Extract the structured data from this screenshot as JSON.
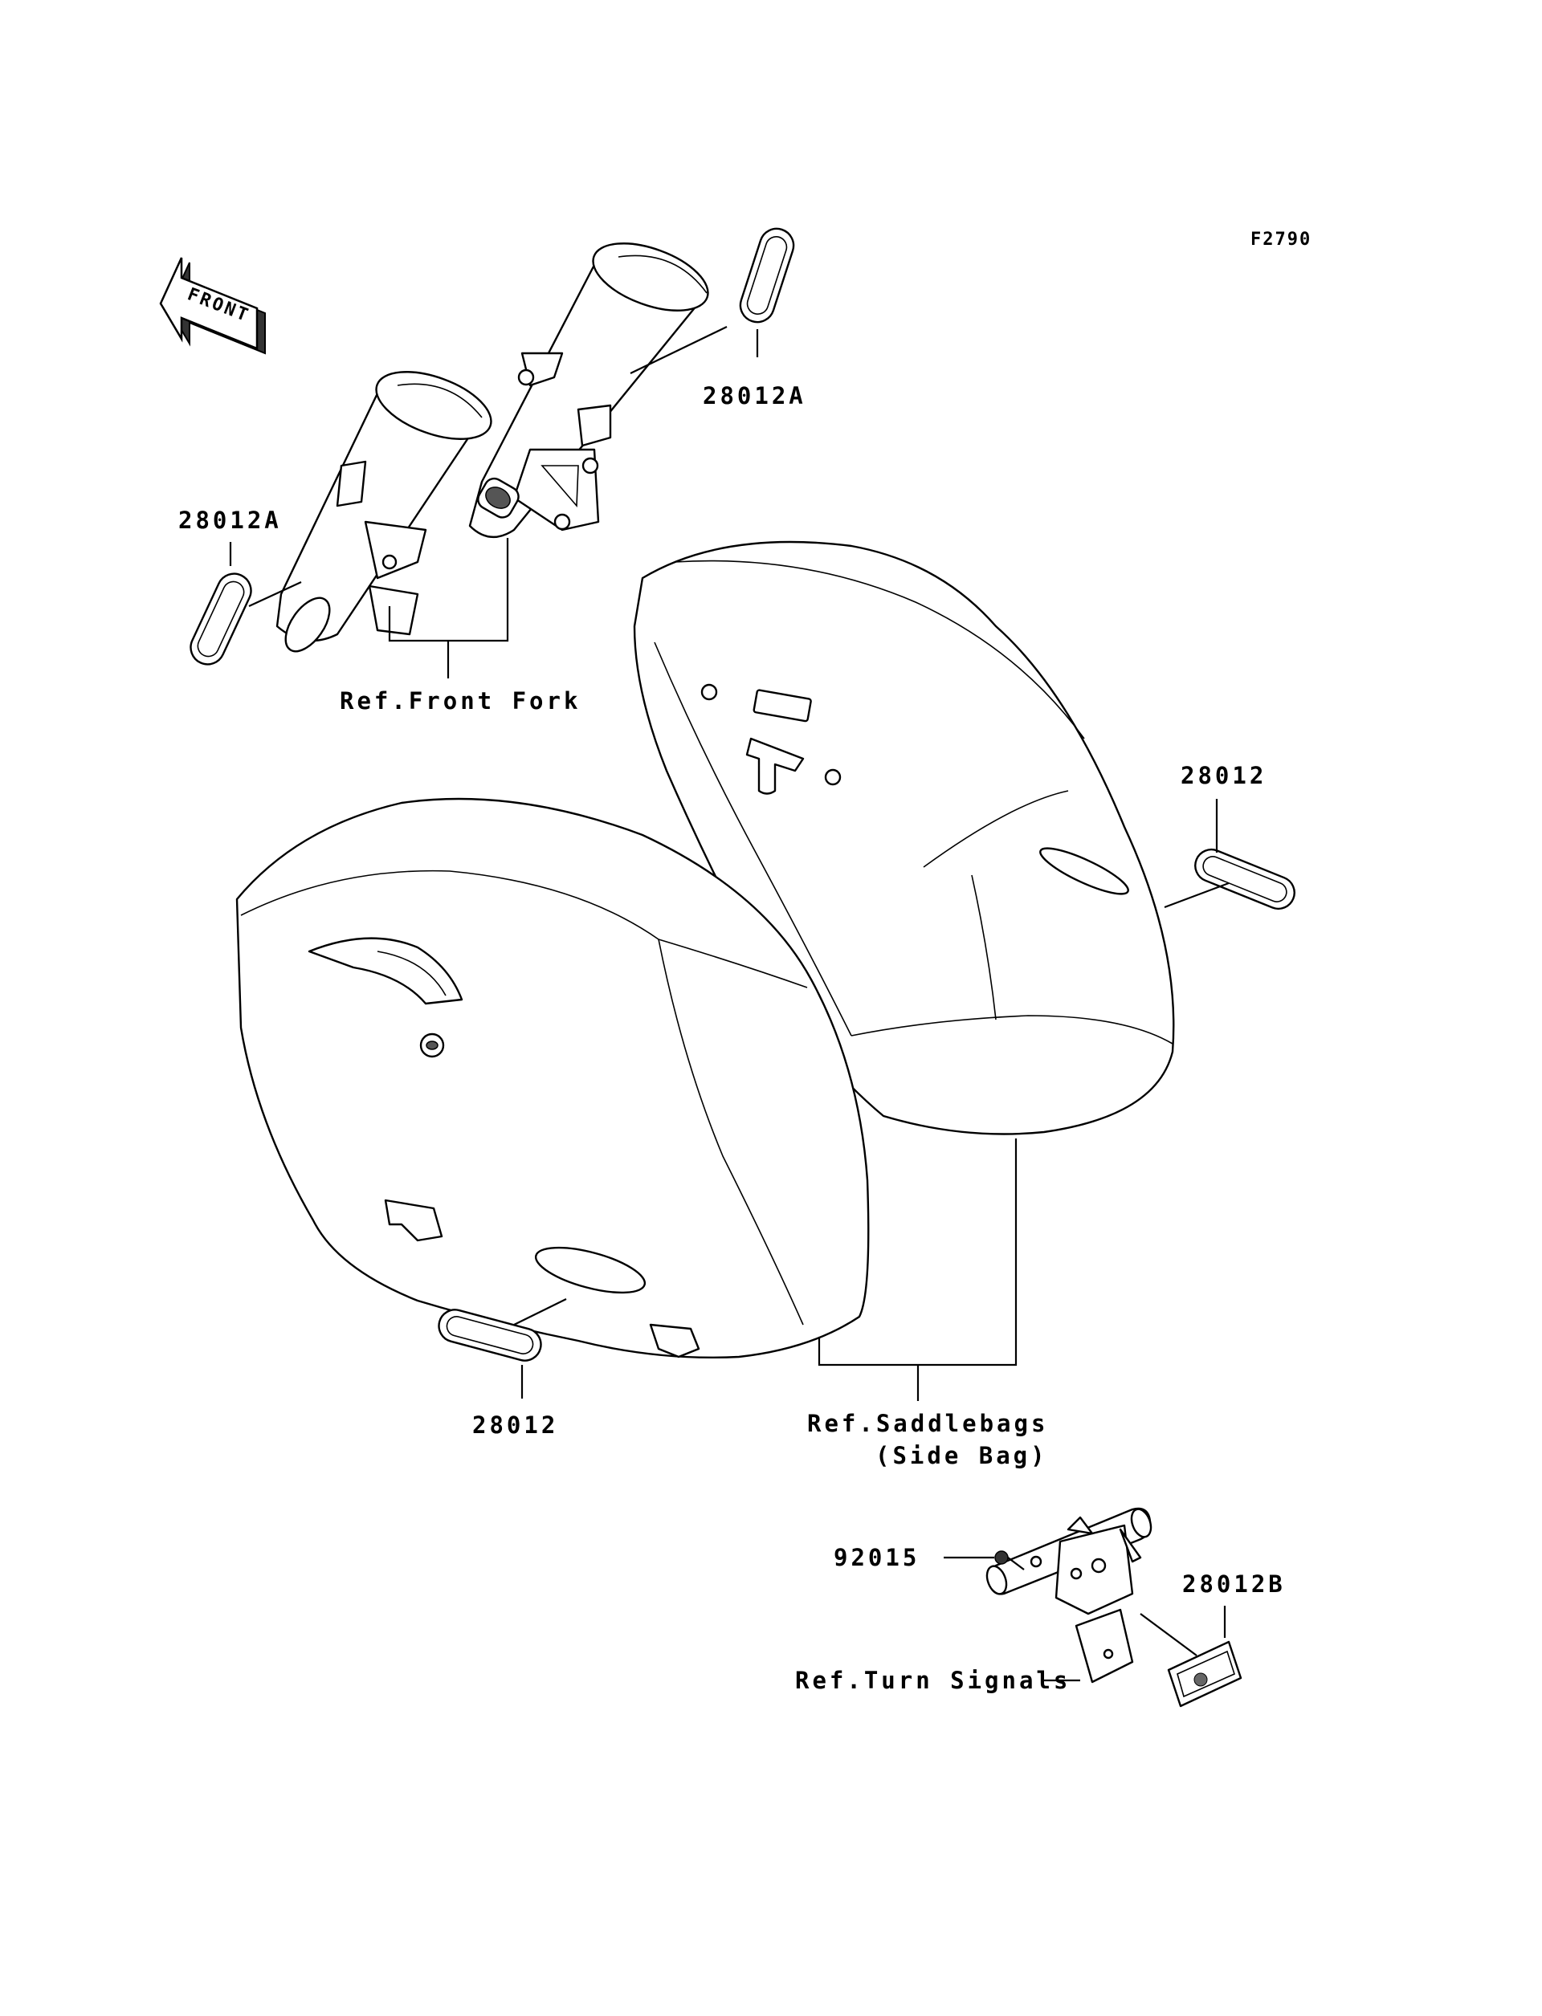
{
  "figure_code": "F2790",
  "front_label": "FRONT",
  "callouts": {
    "reflector_fork_left": "28012A",
    "reflector_fork_right": "28012A",
    "reflector_saddlebag_right": "28012",
    "reflector_saddlebag_left": "28012",
    "nut": "92015",
    "reflector_rear": "28012B"
  },
  "references": {
    "front_fork": "Ref.Front Fork",
    "saddlebags_line1": "Ref.Saddlebags",
    "saddlebags_line2": "(Side Bag)",
    "turn_signals": "Ref.Turn Signals"
  }
}
